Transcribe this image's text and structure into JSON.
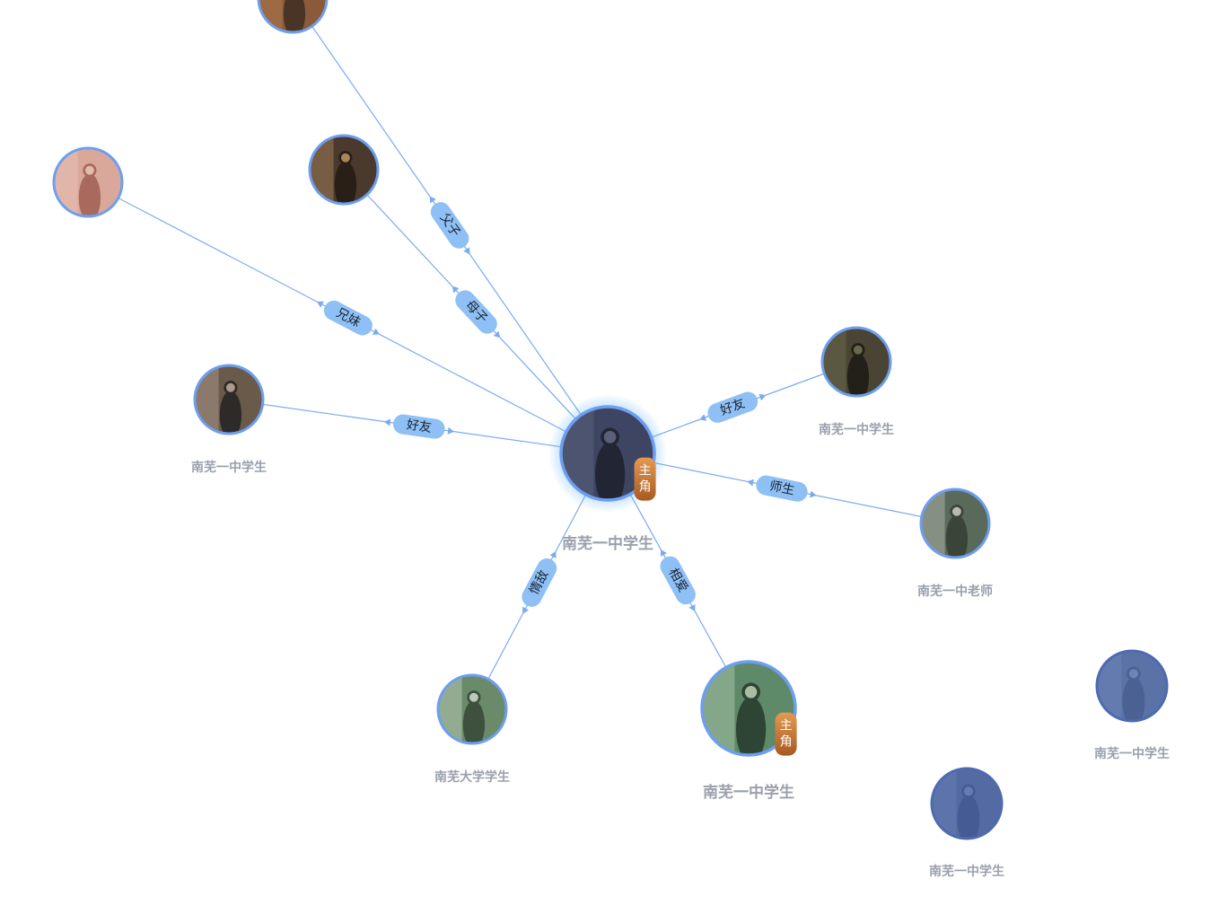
{
  "graph": {
    "colors": {
      "edge": "#7aaaf0",
      "edge_label_bg": "#8ec0f5",
      "node_border": "#6d9ef0",
      "badge_from": "#e39a52",
      "badge_to": "#a85a22",
      "label": "#9aa0ac",
      "center_glow": "#4aa8ff"
    },
    "badge_text": "主角",
    "center": {
      "id": "center",
      "label": "南芜一中学生",
      "protagonist": true,
      "palette": [
        "#3e4562",
        "#6a6f8c",
        "#222634"
      ]
    },
    "nodes": [
      {
        "id": "father",
        "label": "",
        "palette": [
          "#8a5a3a",
          "#c08a5a",
          "#4a3426"
        ]
      },
      {
        "id": "sister",
        "label": "",
        "palette": [
          "#d9a89a",
          "#f0cfc0",
          "#a86a5c"
        ]
      },
      {
        "id": "mother",
        "label": "",
        "palette": [
          "#4a3a2e",
          "#c9a06a",
          "#2a1e18"
        ]
      },
      {
        "id": "friend-left",
        "label": "南芜一中学生",
        "palette": [
          "#6a5a4a",
          "#c8b8a8",
          "#2e2a28"
        ]
      },
      {
        "id": "friend-right",
        "label": "南芜一中学生",
        "palette": [
          "#4a4434",
          "#7a7a5a",
          "#222018"
        ]
      },
      {
        "id": "teacher",
        "label": "南芜一中老师",
        "palette": [
          "#5a6a5a",
          "#d8d8d0",
          "#3a4438"
        ]
      },
      {
        "id": "rival",
        "label": "南芜大学学生",
        "palette": [
          "#6a8a6a",
          "#dfe8d8",
          "#3e503e"
        ]
      },
      {
        "id": "lover",
        "label": "南芜一中学生",
        "protagonist": true,
        "palette": [
          "#5e8a6a",
          "#c8dcc0",
          "#2e4434"
        ]
      },
      {
        "id": "faded-1",
        "label": "南芜一中学生",
        "faded": true,
        "palette": [
          "#5a6e9a",
          "#8aa0c8",
          "#3e4e78"
        ]
      },
      {
        "id": "faded-2",
        "label": "南芜一中学生",
        "faded": true,
        "palette": [
          "#4e6294",
          "#7a90c0",
          "#34447a"
        ]
      }
    ],
    "edges": [
      {
        "to": "father",
        "label": "父子"
      },
      {
        "to": "mother",
        "label": "母子"
      },
      {
        "to": "sister",
        "label": "兄妹"
      },
      {
        "to": "friend-left",
        "label": "好友"
      },
      {
        "to": "friend-right",
        "label": "好友"
      },
      {
        "to": "teacher",
        "label": "师生"
      },
      {
        "to": "rival",
        "label": "情敌"
      },
      {
        "to": "lover",
        "label": "相爱"
      }
    ]
  }
}
